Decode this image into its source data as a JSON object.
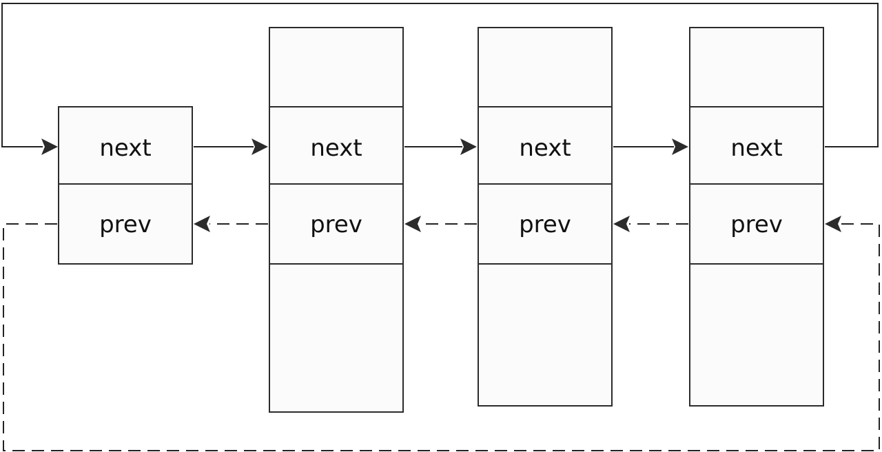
{
  "nodes": [
    {
      "next_label": "next",
      "prev_label": "prev"
    },
    {
      "next_label": "next",
      "prev_label": "prev"
    },
    {
      "next_label": "next",
      "prev_label": "prev"
    },
    {
      "next_label": "next",
      "prev_label": "prev"
    }
  ],
  "links": {
    "next": [
      {
        "from": 0,
        "to": 1
      },
      {
        "from": 1,
        "to": 2
      },
      {
        "from": 2,
        "to": 3
      },
      {
        "from": 3,
        "to": 0
      }
    ],
    "prev": [
      {
        "from": 1,
        "to": 0
      },
      {
        "from": 2,
        "to": 1
      },
      {
        "from": 3,
        "to": 2
      },
      {
        "from": 0,
        "to": 3
      }
    ]
  }
}
